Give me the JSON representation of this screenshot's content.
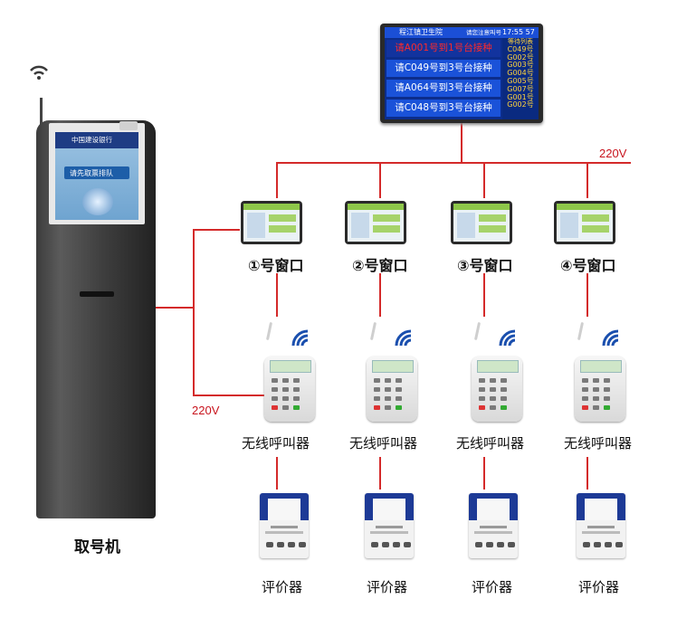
{
  "led_board": {
    "hospital_name": "程江镇卫生院",
    "notice": "请您注意叫号",
    "time": "17:55 57",
    "rows": [
      "请A001号到1号台接种",
      "请C049号到3号台接种",
      "请A064号到3号台接种",
      "请C048号到3号台接种"
    ],
    "waiting_title": "等待列表",
    "waiting_list": [
      "C049号",
      "G002号",
      "G003号",
      "G004号",
      "G005号",
      "G007号",
      "G001号",
      "G002号"
    ]
  },
  "kiosk": {
    "bank_name": "中国建设银行",
    "prompt": "请先取票排队",
    "label": "取号机"
  },
  "voltage_top": "220V",
  "voltage_left": "220V",
  "windows": [
    "①号窗口",
    "②号窗口",
    "③号窗口",
    "④号窗口"
  ],
  "caller_label": "无线呼叫器",
  "evaluator_label": "评价器",
  "colors": {
    "wire": "#d42a2a",
    "led_bg": "#0c2d8c",
    "led_row": "#1a52d9",
    "led_highlight_text": "#ff2a2a",
    "waiting_text": "#ffd23c",
    "evaluator_blue": "#1d3a96"
  },
  "icons": [
    "wifi-icon"
  ]
}
